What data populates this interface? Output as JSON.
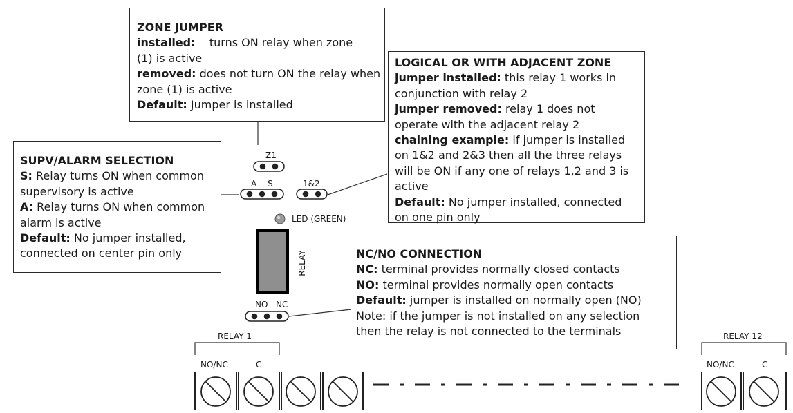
{
  "zone_jumper": {
    "title": "ZONE JUMPER",
    "installed_label": "installed:",
    "installed_text": "turns ON relay when zone",
    "installed_text2": "(1) is active",
    "removed_label": "removed:",
    "removed_text": "does not turn ON the relay when",
    "removed_text2": "zone (1) is active",
    "default_label": "Default:",
    "default_text": "Jumper is installed"
  },
  "logical_or": {
    "title": "LOGICAL OR WITH ADJACENT ZONE",
    "installed_label": "jumper installed:",
    "installed_text": "this relay 1 works in",
    "installed_text2": "conjunction with relay 2",
    "removed_label": "jumper removed:",
    "removed_text": "relay 1 does not",
    "removed_text2": "operate with the adjacent relay 2",
    "chaining_label": "chaining example:",
    "chaining_text": "if jumper is installed",
    "chaining_text2": "on 1&2 and 2&3 then all the three relays",
    "chaining_text3": "will be ON if any one of relays 1,2 and 3 is",
    "chaining_text4": "active",
    "default_label": "Default:",
    "default_text": "No jumper installed, connected",
    "default_text2": "on one pin only"
  },
  "supv_alarm": {
    "title": "SUPV/ALARM SELECTION",
    "s_label": "S:",
    "s_text": "Relay turns ON when common",
    "s_text2": "supervisory is active",
    "a_label": "A:",
    "a_text": "Relay turns ON when common",
    "a_text2": "alarm is active",
    "default_label": "Default:",
    "default_text": "No jumper installed,",
    "default_text2": "connected on center pin only"
  },
  "nc_no": {
    "title": "NC/NO CONNECTION",
    "nc_label": "NC:",
    "nc_text": "terminal provides normally closed contacts",
    "no_label": "NO:",
    "no_text": "terminal provides normally open contacts",
    "default_label": "Default:",
    "default_text": "jumper is installed on normally open (NO)",
    "note_text": "Note: if the jumper is not installed on any selection",
    "note_text2": "then the relay is not connected to the terminals"
  },
  "board": {
    "z1": "Z1",
    "a": "A",
    "s": "S",
    "one_two": "1&2",
    "led": "LED (GREEN)",
    "relay": "RELAY",
    "no": "NO",
    "nc": "NC"
  },
  "terminals": {
    "relay1": "RELAY 1",
    "relay12": "RELAY 12",
    "nonc": "NO/NC",
    "c": "C"
  },
  "colors": {
    "relay_fill": "#8f8f8f",
    "led_fill": "#9a9a9a",
    "line": "#2a2a2a"
  }
}
